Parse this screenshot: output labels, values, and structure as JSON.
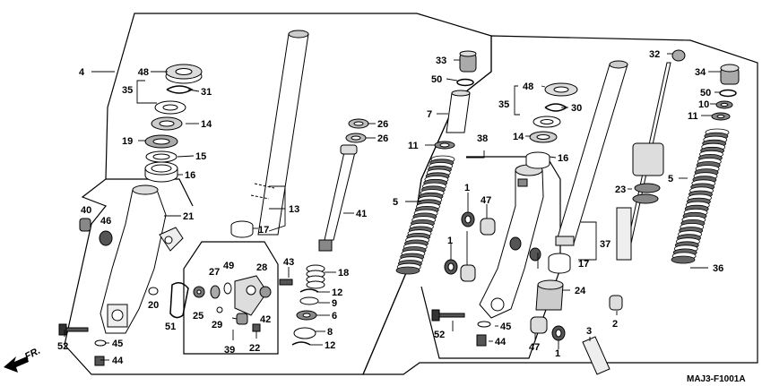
{
  "figure": {
    "code": "MAJ3-F1001A",
    "direction_label": "FR."
  },
  "callouts": [
    "4",
    "48",
    "35",
    "31",
    "14",
    "19",
    "15",
    "16",
    "21",
    "40",
    "46",
    "13",
    "17",
    "26",
    "26",
    "41",
    "27",
    "49",
    "28",
    "43",
    "18",
    "12",
    "9",
    "6",
    "8",
    "12",
    "20",
    "51",
    "25",
    "29",
    "42",
    "22",
    "39",
    "52",
    "45",
    "44",
    "33",
    "50",
    "7",
    "11",
    "5",
    "38",
    "1",
    "47",
    "1",
    "16",
    "48",
    "35",
    "30",
    "14",
    "23",
    "37",
    "17",
    "24",
    "32",
    "34",
    "50",
    "10",
    "11",
    "5",
    "36",
    "52",
    "45",
    "44",
    "47",
    "1",
    "2",
    "3"
  ]
}
